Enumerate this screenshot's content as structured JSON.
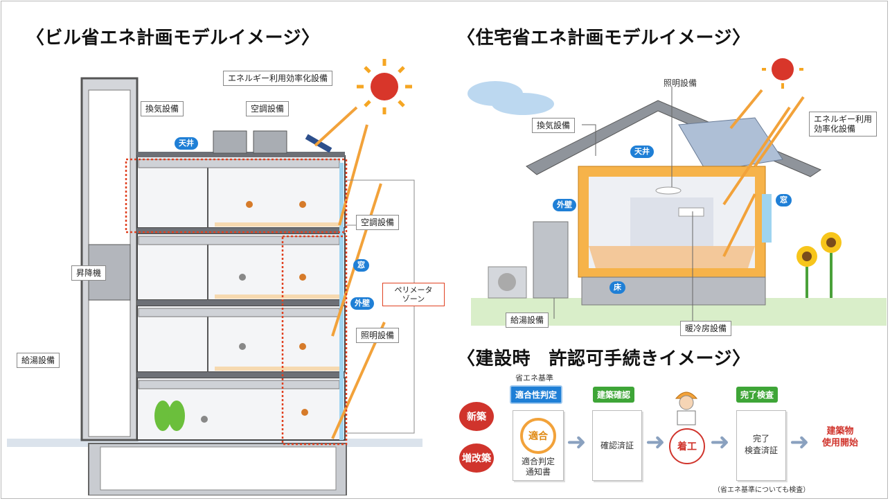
{
  "left": {
    "title": "〈ビル省エネ計画モデルイメージ〉",
    "labels": {
      "energy_eff": "エネルギー利用効率化設備",
      "ventilation": "換気設備",
      "aircon_top": "空調設備",
      "ceiling": "天井",
      "aircon_side": "空調設備",
      "window": "窓",
      "outer_wall": "外壁",
      "lighting": "照明設備",
      "elevator": "昇降機",
      "hot_water": "給湯設備",
      "perimeter_zone": "ペリメータ\nゾーン"
    }
  },
  "right": {
    "title": "〈住宅省エネ計画モデルイメージ〉",
    "labels": {
      "lighting": "照明設備",
      "ventilation": "換気設備",
      "energy_eff": "エネルギー利用\n効率化設備",
      "ceiling": "天井",
      "outer_wall": "外壁",
      "window": "窓",
      "floor": "床",
      "hot_water": "給湯設備",
      "heating_cooling": "暖冷房設備"
    }
  },
  "permit": {
    "title": "〈建設時　許認可手続きイメージ〉",
    "new_build": "新築",
    "extension": "増改築",
    "standard_caption": "省エネ基準",
    "steps": [
      {
        "header": "適合性判定",
        "body": "適合判定\n通知書",
        "stamp": "適合"
      },
      {
        "header": "建築確認",
        "body": "確認済証"
      },
      {
        "header": "",
        "body": "着工"
      },
      {
        "header": "完了検査",
        "body": "完了\n検査済証"
      },
      {
        "header": "",
        "body": "建築物\n使用開始"
      }
    ],
    "note": "（省エネ基準についても検査）"
  },
  "colors": {
    "blue": "#1f7fd6",
    "green": "#3ea537",
    "red": "#d0342c",
    "orange": "#f2a23a"
  }
}
